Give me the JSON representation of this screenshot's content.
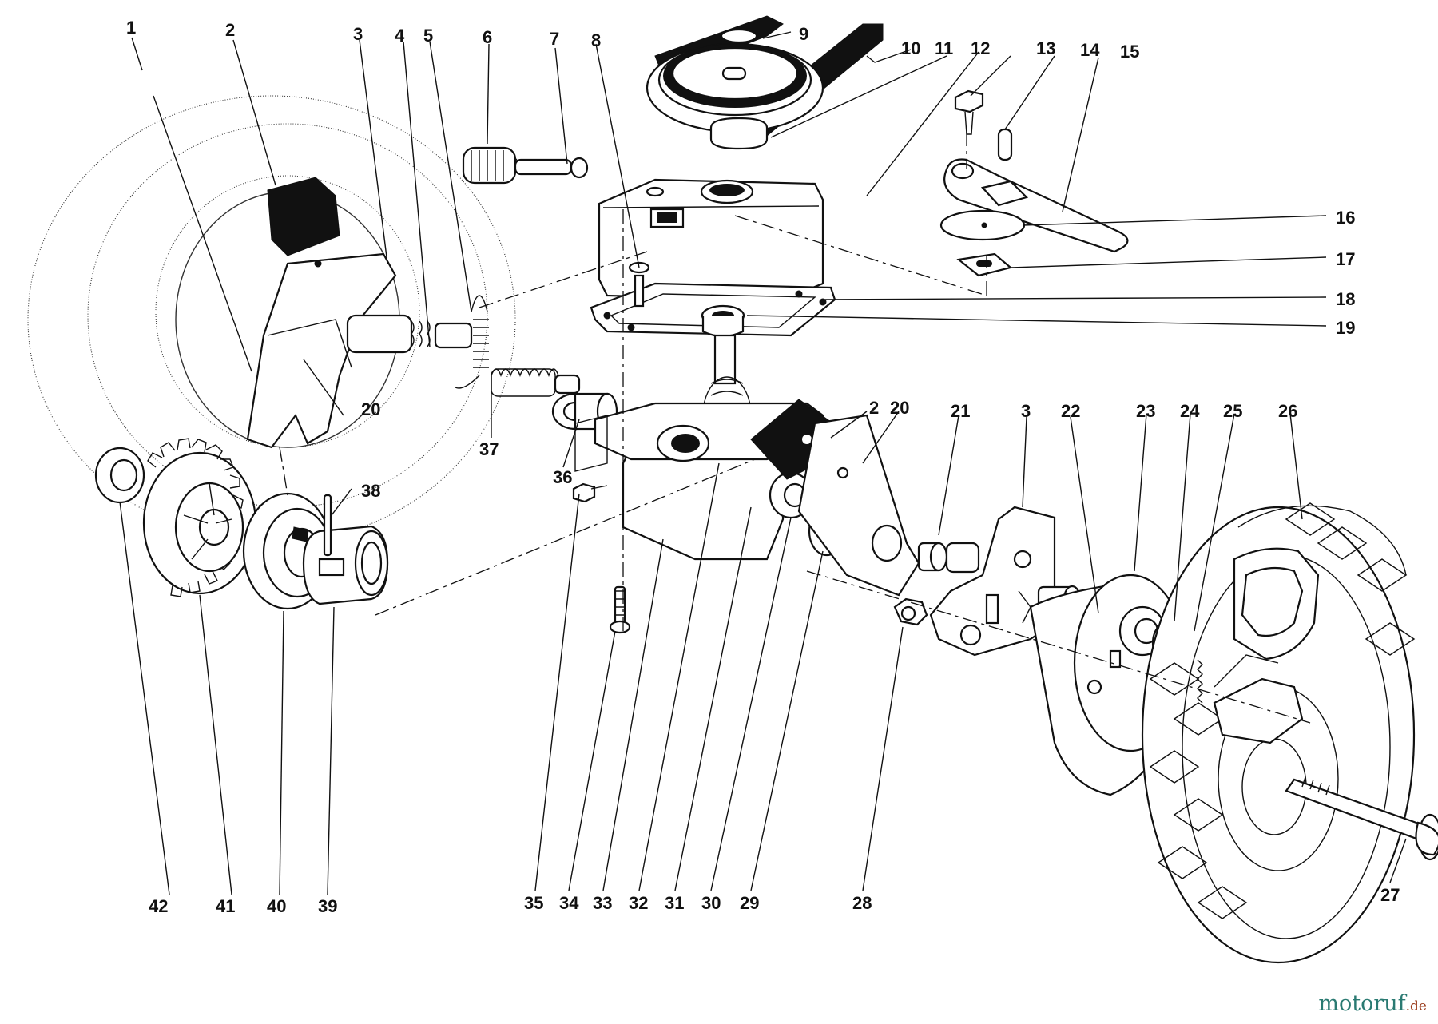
{
  "callouts": {
    "c1": "1",
    "c2a": "2",
    "c3a": "3",
    "c4": "4",
    "c5": "5",
    "c6": "6",
    "c7": "7",
    "c8": "8",
    "c9": "9",
    "c10": "10",
    "c11": "11",
    "c12": "12",
    "c13": "13",
    "c14": "14",
    "c15": "15",
    "c16": "16",
    "c17": "17",
    "c18": "18",
    "c19": "19",
    "c20a": "20",
    "c2b": "2",
    "c20b": "20",
    "c21": "21",
    "c3b": "3",
    "c22": "22",
    "c23": "23",
    "c24": "24",
    "c25": "25",
    "c26": "26",
    "c27": "27",
    "c28": "28",
    "c29": "29",
    "c30": "30",
    "c31": "31",
    "c32": "32",
    "c33": "33",
    "c34": "34",
    "c35": "35",
    "c36": "36",
    "c37": "37",
    "c38": "38",
    "c39": "39",
    "c40": "40",
    "c41": "41",
    "c42": "42"
  },
  "watermark": {
    "main": "motoruf",
    "tld": ".de"
  },
  "colors": {
    "ink": "#111111",
    "paper": "#ffffff",
    "watermark_main": "#2a7a72",
    "watermark_tld": "#9a3b1c"
  }
}
